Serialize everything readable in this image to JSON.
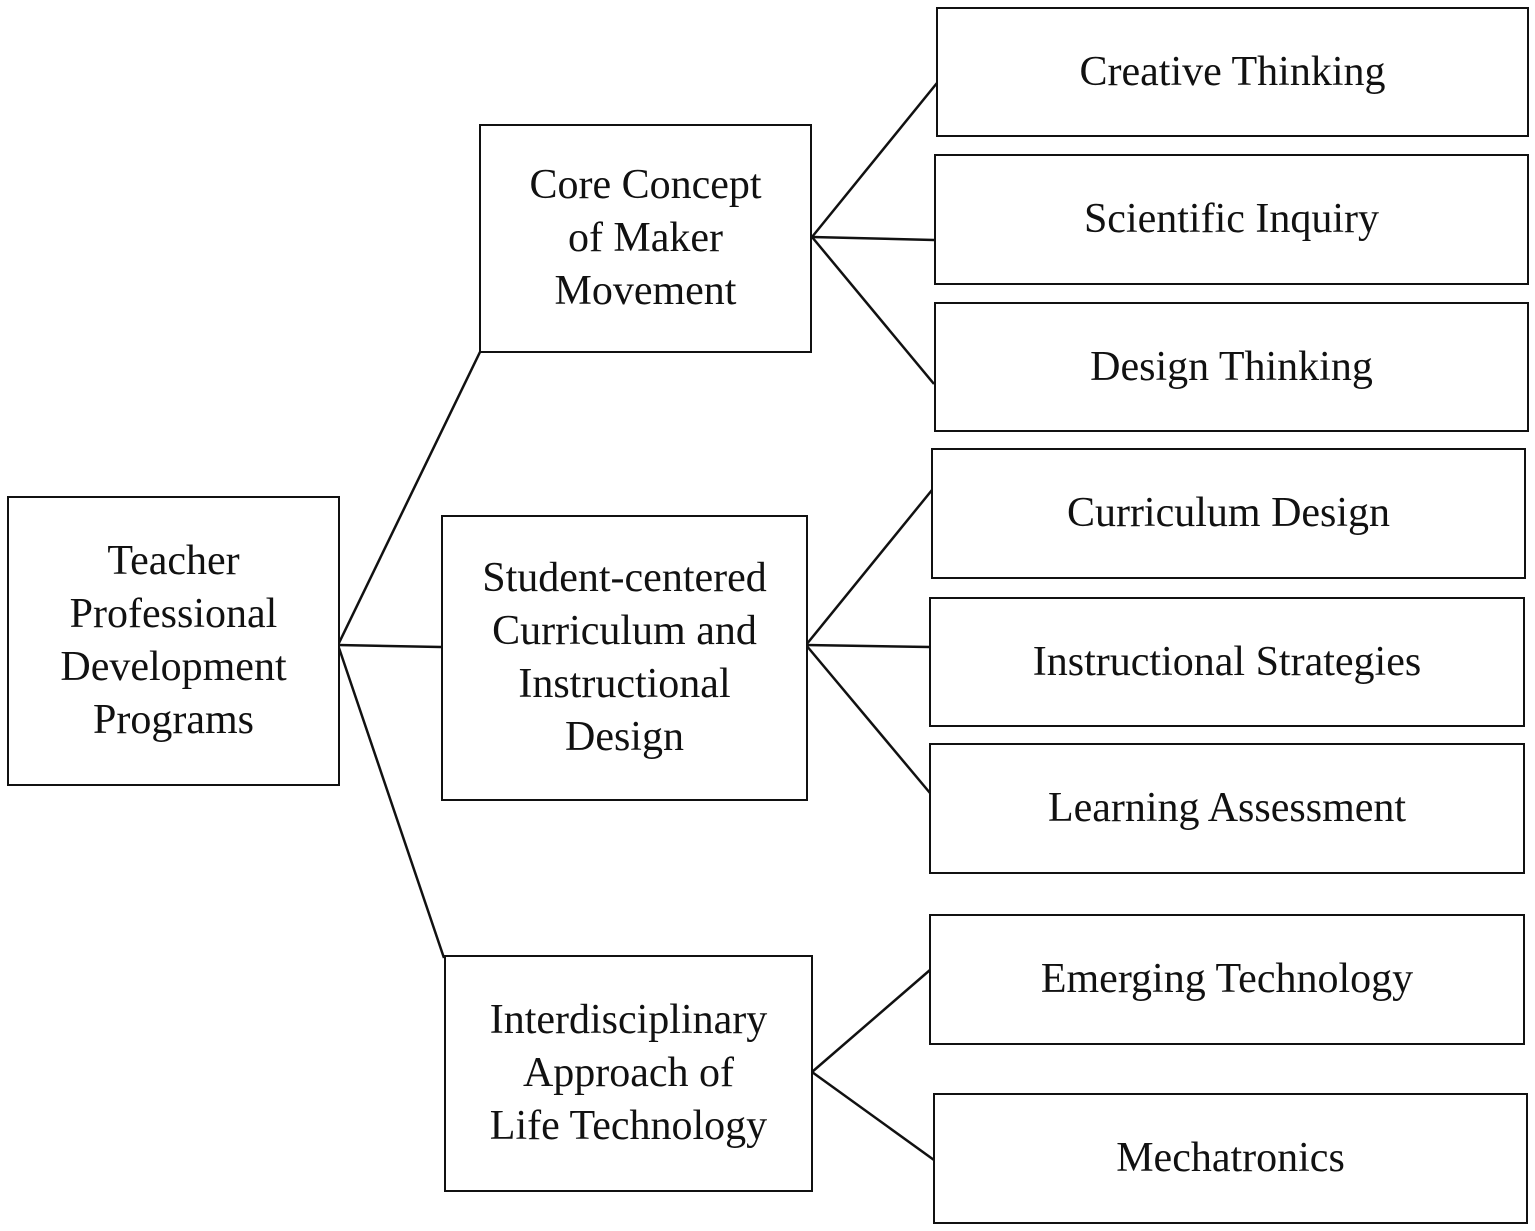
{
  "root": {
    "lines": [
      "Teacher",
      "Professional",
      "Development",
      "Programs"
    ]
  },
  "branches": [
    {
      "lines": [
        "Core Concept",
        "of Maker",
        "Movement"
      ],
      "leaves": [
        "Creative Thinking",
        "Scientific Inquiry",
        "Design Thinking"
      ]
    },
    {
      "lines": [
        "Student-centered",
        "Curriculum and",
        "Instructional",
        "Design"
      ],
      "leaves": [
        "Curriculum Design",
        "Instructional Strategies",
        "Learning Assessment"
      ]
    },
    {
      "lines": [
        "Interdisciplinary",
        "Approach of",
        "Life Technology"
      ],
      "leaves": [
        "Emerging Technology",
        "Mechatronics"
      ]
    }
  ]
}
